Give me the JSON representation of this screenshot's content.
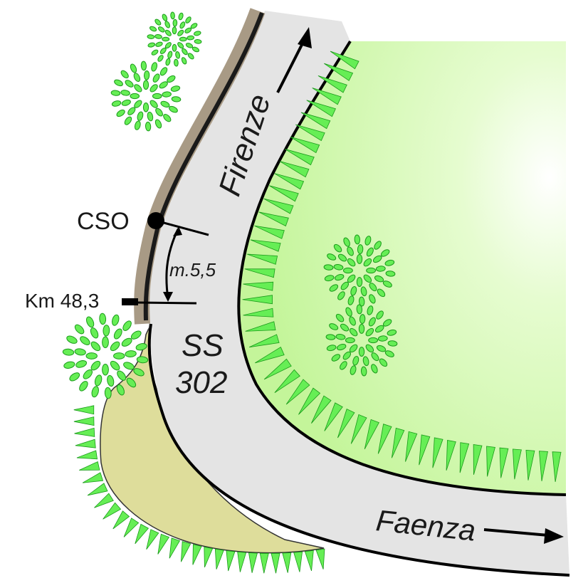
{
  "labels": {
    "cso": "CSO",
    "km": "Km 48,3",
    "distance": "m.5,5",
    "road_line1": "SS",
    "road_line2": "302",
    "north_direction": "Firenze",
    "south_direction": "Faenza"
  },
  "colors": {
    "road": "#e4e4e4",
    "wall": "#a89a85",
    "field": "#c8f7a0",
    "sand": "#dedd9b",
    "tree": "#66ee55",
    "tree_outline": "#1a9a1a"
  }
}
